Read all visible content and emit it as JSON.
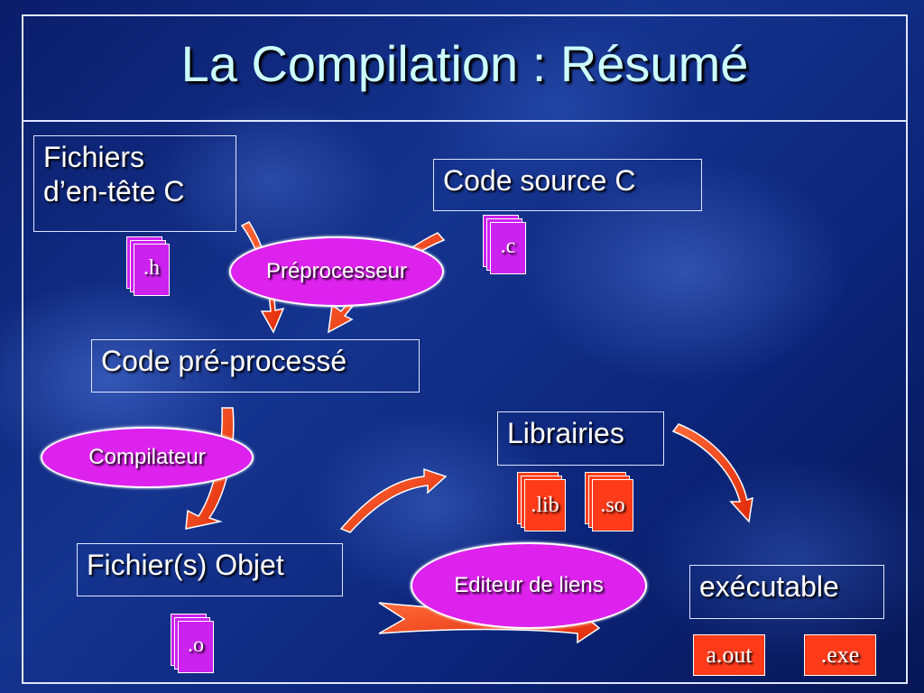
{
  "slide": {
    "title": "La Compilation : Résumé"
  },
  "boxes": {
    "headers": "Fichiers\nd’en-tête C",
    "headers_line1": "Fichiers",
    "headers_line2": "d’en-tête C",
    "source": "Code source C",
    "preprocessed": "Code pré-processé",
    "object": "Fichier(s) Objet",
    "libraries": "Librairies",
    "executable": "exécutable"
  },
  "processes": {
    "preprocessor": "Préprocesseur",
    "compiler": "Compilateur",
    "linker": "Editeur de liens"
  },
  "files": {
    "h": ".h",
    "c": ".c",
    "o": ".o",
    "lib": ".lib",
    "so": ".so",
    "aout": "a.out",
    "exe": ".exe"
  },
  "colors": {
    "title": "#ccffff",
    "process_fill": "#dd22ee",
    "arrow": "#ff3b1a",
    "background": "#0c2478"
  }
}
